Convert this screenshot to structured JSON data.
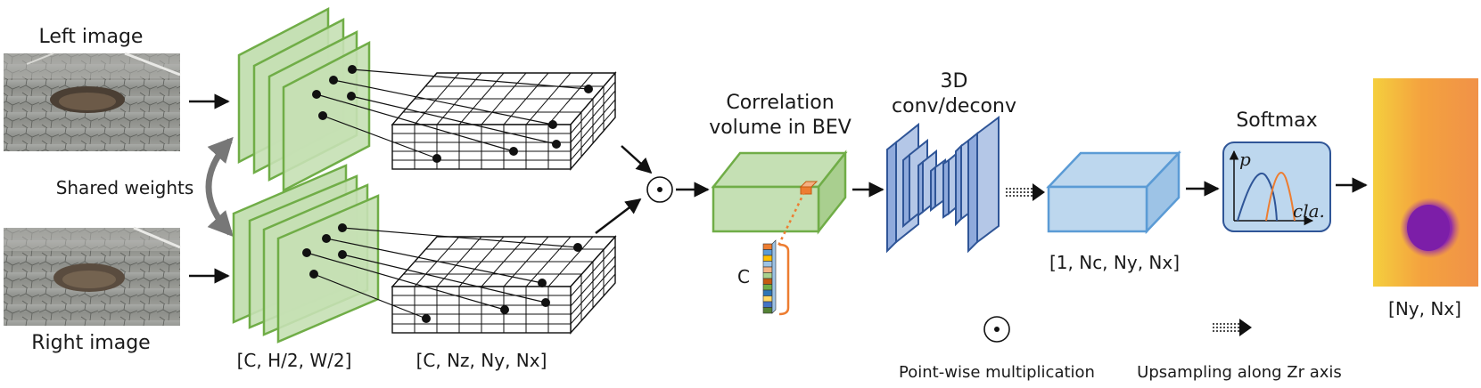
{
  "labels": {
    "left_image": "Left image",
    "right_image": "Right image",
    "shared_weights": "Shared weights",
    "feature_dims": "[C, H/2, W/2]",
    "cost_dims": "[C, Nz, Ny, Nx]",
    "correlation_line1": "Correlation",
    "correlation_line2": "volume in BEV",
    "channel_label": "C",
    "conv_line1": "3D",
    "conv_line2": "conv/deconv",
    "prob_dims": "[1, Nc, Ny, Nx]",
    "softmax": "Softmax",
    "softmax_p": "p",
    "softmax_cla": "cla.",
    "output_dims": "[Ny, Nx]",
    "legend_pointwise": "Point-wise multiplication",
    "legend_upsampling": "Upsampling along Zr axis"
  },
  "colors": {
    "feature_fill": "#c5e0b4",
    "feature_stroke": "#70ad47",
    "volume_fill": "#bdd7ee",
    "volume_stroke": "#5b9bd5",
    "conv_fill": "#8faadc",
    "conv_stroke": "#2f5597",
    "softmax_curve_blue": "#2f5597",
    "softmax_curve_orange": "#ed7d31",
    "dotted_orange": "#ed7d31",
    "channel_cells": [
      "#ed7d31",
      "#5b9bd5",
      "#ffc000",
      "#9dc3e6",
      "#f4b183",
      "#a9d18e",
      "#c55a11",
      "#70ad47",
      "#2e75b6",
      "#ffd966",
      "#4472c4",
      "#548235"
    ]
  },
  "icons": {
    "pointwise_symbol": "circled-dot-icon",
    "shared_arrow": "curved-double-arrow-icon",
    "upsampling_symbol": "dotted-arrow-icon"
  }
}
